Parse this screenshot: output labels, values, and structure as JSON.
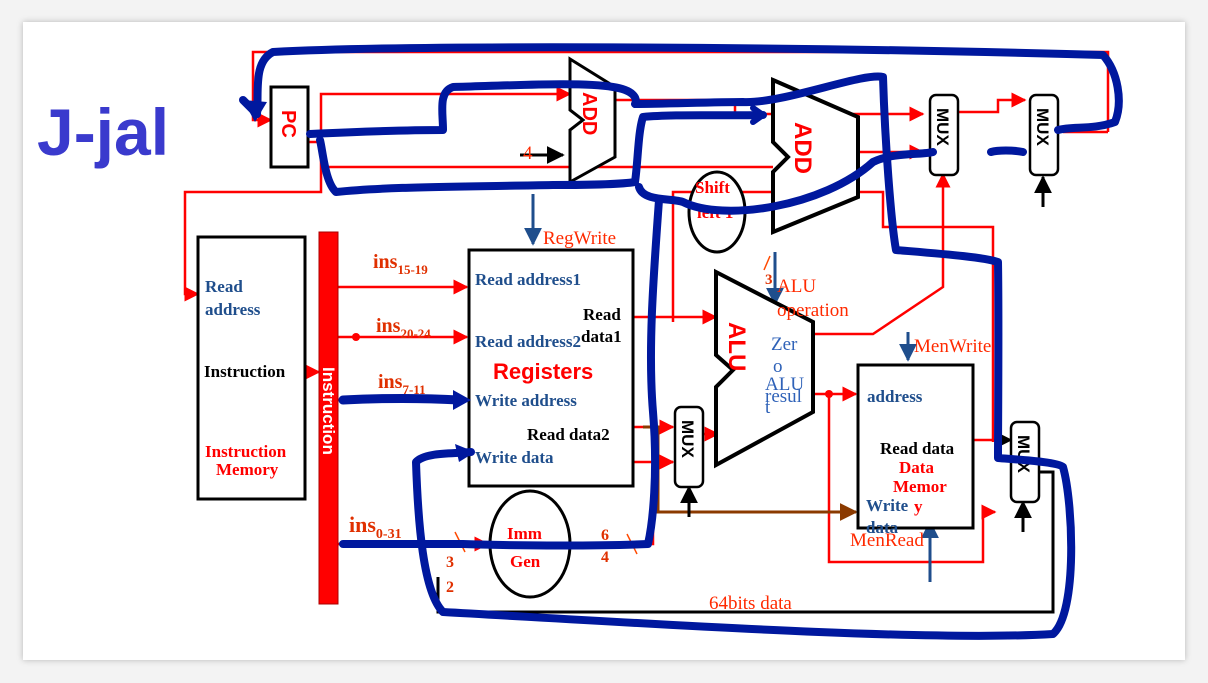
{
  "title": "J-jal",
  "pc": "PC",
  "add_top": "ADD",
  "add_main": "ADD",
  "const_four": "4",
  "shift": {
    "line1": "Shift",
    "line2": "left 1"
  },
  "reg_write": "RegWrite",
  "instr_mem": {
    "read": "Read",
    "address": "address",
    "instruction": "Instruction",
    "name1": "Instruction",
    "name2": "Memory"
  },
  "instruction_bus": "Instruction",
  "ins_labels": {
    "a": {
      "base": "ins",
      "sub": "15-19"
    },
    "b": {
      "base": "ins",
      "sub": "20-24"
    },
    "c": {
      "base": "ins",
      "sub": "7-11"
    },
    "d": {
      "base": "ins",
      "sub": "0-31"
    }
  },
  "registers": {
    "read_address1": "Read address1",
    "read_address2": "Read address2",
    "read_data1_a": "Read",
    "read_data1_b": "data1",
    "name": "Registers",
    "write_address": "Write address",
    "read_data2": "Read data2",
    "write_data": "Write data"
  },
  "imm_gen": {
    "line1": "Imm",
    "line2": "Gen"
  },
  "bits_in": {
    "a": "3",
    "b": "2"
  },
  "bits_out": {
    "a": "6",
    "b": "4"
  },
  "alu": {
    "name": "ALU",
    "zero_a": "Zer",
    "zero_b": "o",
    "result_a": "ALU",
    "result_b": "resul",
    "result_c": "t"
  },
  "alu_op": {
    "bits": "3",
    "line1": "ALU",
    "line2": "operation"
  },
  "mux": "MUX",
  "mem_write": "MenWrite",
  "mem_read": "MenRead",
  "data_mem": {
    "address": "address",
    "read_data": "Read data",
    "name1": "Data",
    "name2": "Memor",
    "name3": "y",
    "write_a": "Write",
    "write_b": "data"
  },
  "bits64": "64bits data",
  "colors": {
    "title": "#3a3acd",
    "wire": "#ff0000",
    "control": "#1f4e8c",
    "highlight": "#00189e",
    "brown": "#8b3a00"
  }
}
